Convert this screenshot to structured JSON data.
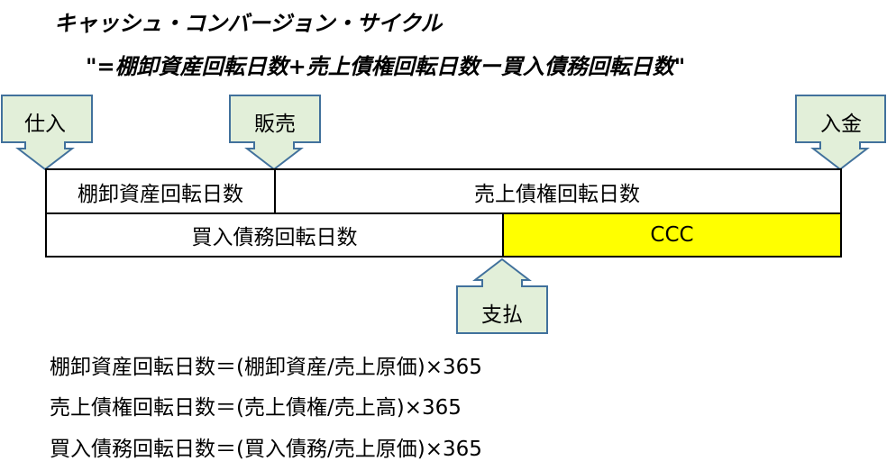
{
  "title": "キャッシュ・コンバージョン・サイクル",
  "formula": "\"=棚卸資産回転日数+売上債権回転日数ー買入債務回転日数\"",
  "callouts": {
    "purchase": "仕入",
    "sale": "販売",
    "receipt": "入金",
    "payment": "支払"
  },
  "table": {
    "inventory_days": "棚卸資産回転日数",
    "receivable_days": "売上債権回転日数",
    "payable_days": "買入債務回転日数",
    "ccc": "CCC"
  },
  "formulas": [
    "棚卸資産回転日数＝(棚卸資産/売上原価)×365",
    "売上債権回転日数＝(売上債権/売上高)×365",
    "買入債務回転日数＝(買入債務/売上原価)×365"
  ],
  "colors": {
    "callout_fill": "#e2efd9",
    "callout_border": "#41719c",
    "ccc_fill": "#ffff00"
  }
}
